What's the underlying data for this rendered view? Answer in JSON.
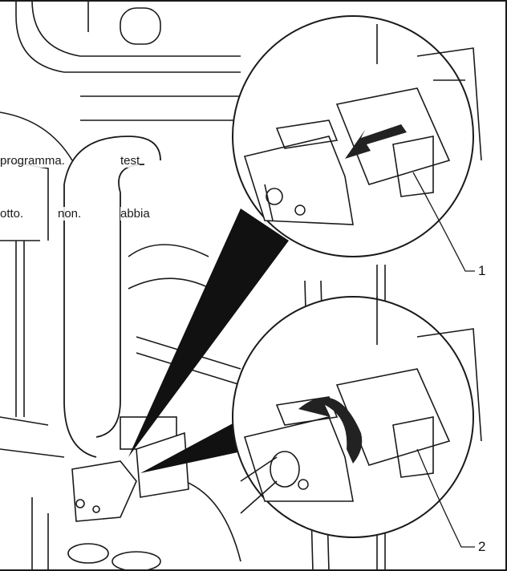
{
  "text_fragments": {
    "line1_a": "programma.",
    "line1_b": "test",
    "line2_a": "otto.",
    "line2_b": "non.",
    "line2_c": "abbia"
  },
  "callouts": {
    "label_1": "1",
    "label_2": "2"
  },
  "icons": [
    "push-arrow-icon",
    "rotate-arrow-icon",
    "screw-icon"
  ],
  "colors": {
    "line": "#1a1a1a",
    "arrow": "#222222",
    "background": "#ffffff"
  }
}
